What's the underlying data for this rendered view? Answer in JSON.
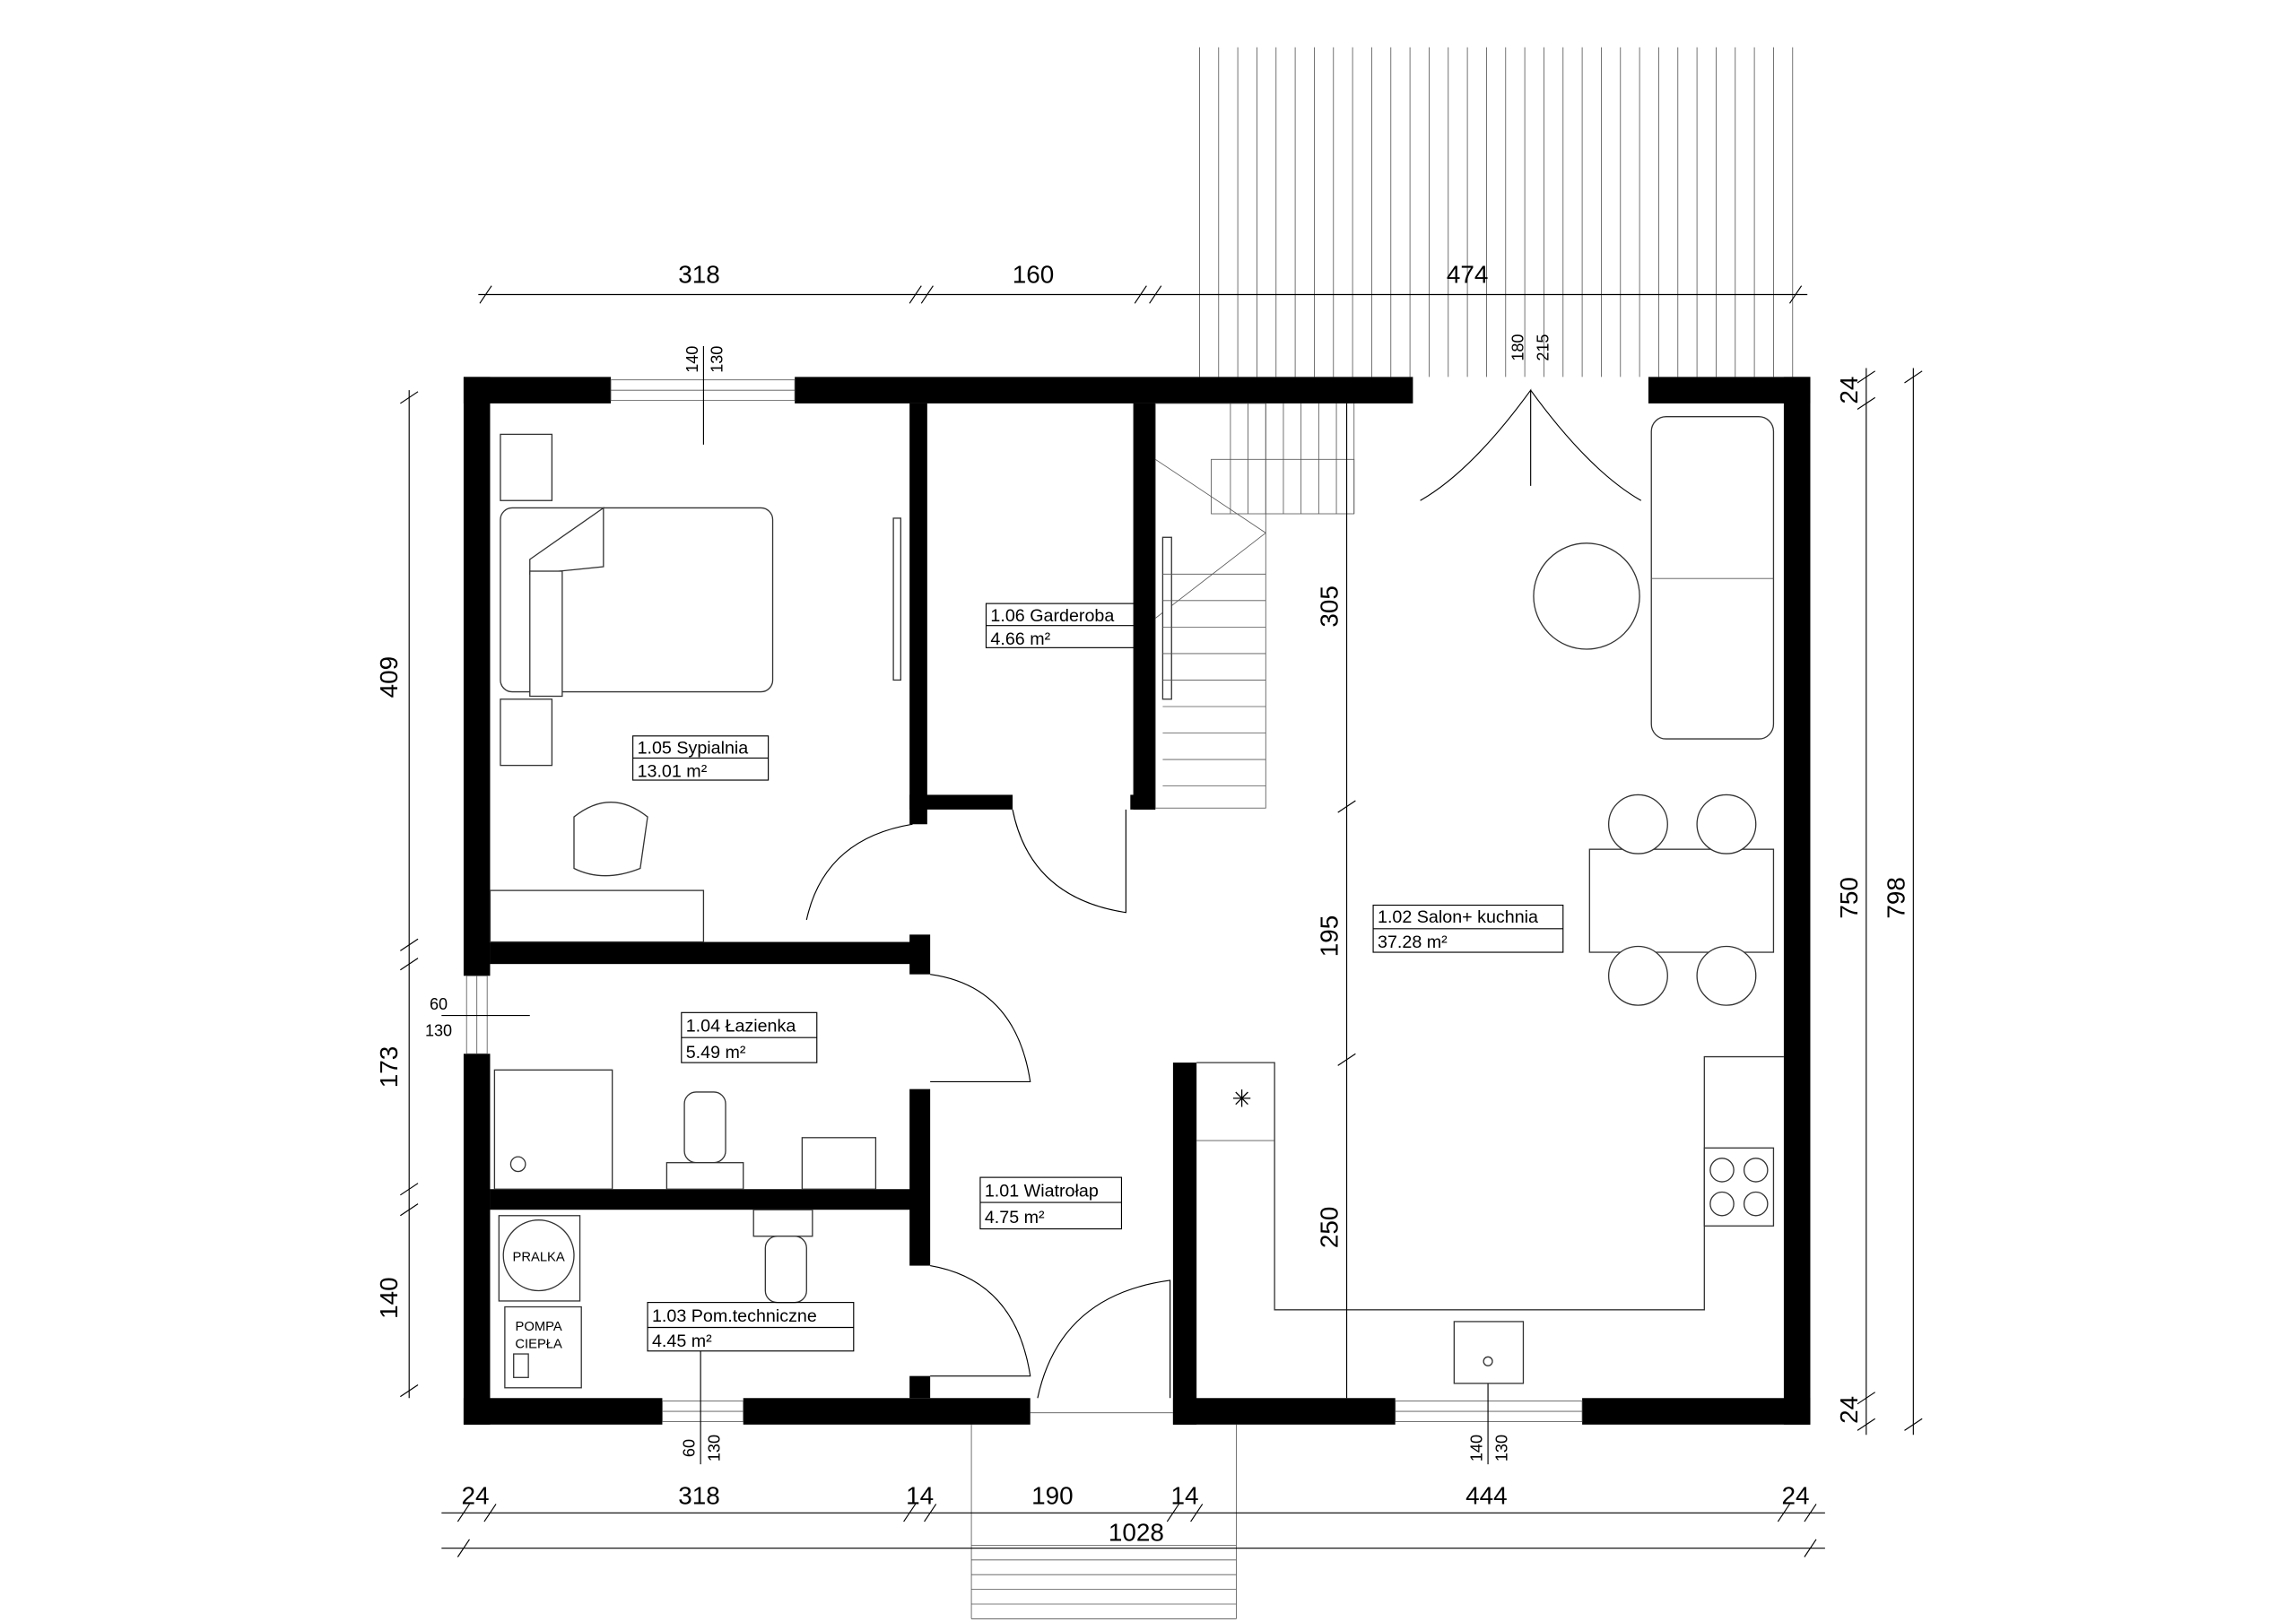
{
  "plan": {
    "rooms": [
      {
        "id": "1.05",
        "name": "1.05 Sypialnia",
        "area": "13.01 m²"
      },
      {
        "id": "1.06",
        "name": "1.06 Garderoba",
        "area": "4.66 m²"
      },
      {
        "id": "1.02",
        "name": "1.02 Salon+ kuchnia",
        "area": "37.28 m²"
      },
      {
        "id": "1.04",
        "name": "1.04 Łazienka",
        "area": "5.49 m²"
      },
      {
        "id": "1.01",
        "name": "1.01 Wiatrołap",
        "area": "4.75 m²"
      },
      {
        "id": "1.03",
        "name": "1.03 Pom.techniczne",
        "area": "4.45 m²"
      }
    ],
    "appliances": {
      "washer": "PRALKA",
      "heat_pump_1": "POMPA",
      "heat_pump_2": "CIEPŁA"
    },
    "dimensions": {
      "top": [
        "318",
        "160",
        "474"
      ],
      "bottom": [
        "24",
        "318",
        "14",
        "190",
        "14",
        "444",
        "24"
      ],
      "total_width": "1028",
      "left": [
        "409",
        "173",
        "140"
      ],
      "right_inner": [
        "24",
        "750",
        "24"
      ],
      "right_total": "798",
      "interior": [
        "305",
        "195",
        "250"
      ]
    },
    "openings": {
      "bedroom_window": [
        "140",
        "130"
      ],
      "terrace_door": [
        "180",
        "215"
      ],
      "bath_window": [
        "60",
        "130"
      ],
      "tech_window": [
        "60",
        "130"
      ],
      "kitchen_window": [
        "140",
        "130"
      ]
    }
  }
}
